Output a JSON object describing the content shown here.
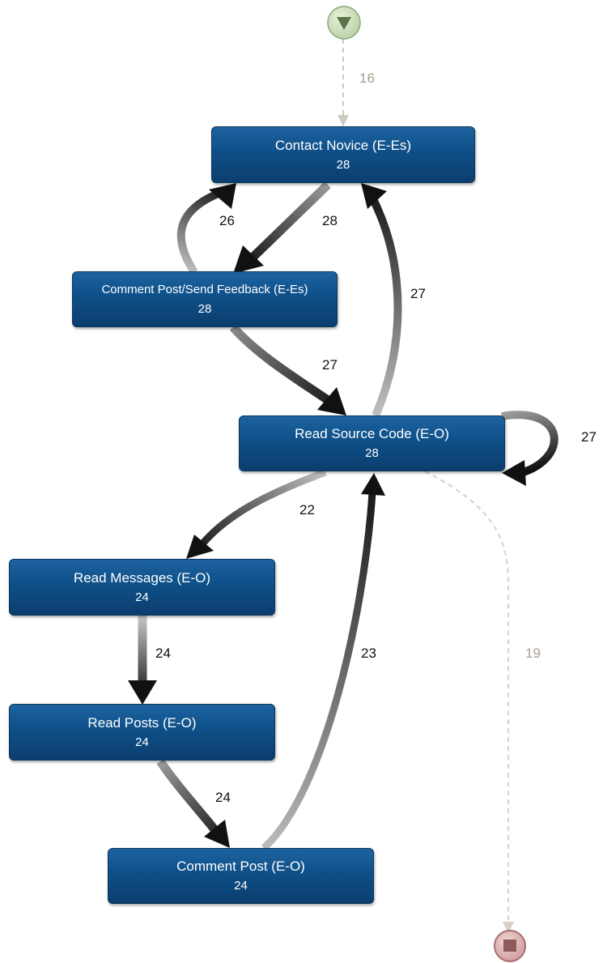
{
  "colors": {
    "node_fill": "#0e4f88",
    "start_fill": "#c9dcb8",
    "end_fill": "#d9a9a9",
    "dashed_edge": "#cfc6bd"
  },
  "start": {
    "icon": "start-triangle-icon"
  },
  "end": {
    "icon": "end-square-icon"
  },
  "nodes": [
    {
      "id": "contact_novice",
      "label": "Contact Novice (E-Es)",
      "count": "28"
    },
    {
      "id": "comment_send",
      "label": "Comment Post/Send Feedback (E-Es)",
      "count": "28"
    },
    {
      "id": "read_source",
      "label": "Read Source Code (E-O)",
      "count": "28"
    },
    {
      "id": "read_messages",
      "label": "Read Messages (E-O)",
      "count": "24"
    },
    {
      "id": "read_posts",
      "label": "Read Posts (E-O)",
      "count": "24"
    },
    {
      "id": "comment_post",
      "label": "Comment Post (E-O)",
      "count": "24"
    }
  ],
  "edges": [
    {
      "from": "start",
      "to": "contact_novice",
      "label": "16",
      "style": "dashed"
    },
    {
      "from": "comment_send",
      "to": "contact_novice",
      "label": "26"
    },
    {
      "from": "contact_novice",
      "to": "comment_send",
      "label": "28"
    },
    {
      "from": "read_source",
      "to": "contact_novice",
      "label": "27"
    },
    {
      "from": "comment_send",
      "to": "read_source",
      "label": "27"
    },
    {
      "from": "read_source",
      "to": "read_source",
      "label": "27"
    },
    {
      "from": "read_source",
      "to": "read_messages",
      "label": "22"
    },
    {
      "from": "read_messages",
      "to": "read_posts",
      "label": "24"
    },
    {
      "from": "read_posts",
      "to": "comment_post",
      "label": "24"
    },
    {
      "from": "comment_post",
      "to": "read_source",
      "label": "23"
    },
    {
      "from": "read_source",
      "to": "end",
      "label": "19",
      "style": "dashed"
    }
  ]
}
